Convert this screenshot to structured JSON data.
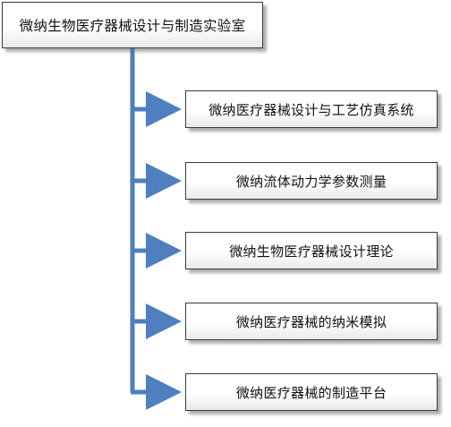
{
  "diagram": {
    "root": {
      "label": "微纳生物医疗器械设计与制造实验室"
    },
    "children": [
      {
        "label": "微纳医疗器械设计与工艺仿真系统"
      },
      {
        "label": "微纳流体动力学参数测量"
      },
      {
        "label": "微纳生物医疗器械设计理论"
      },
      {
        "label": "微纳医疗器械的纳米模拟"
      },
      {
        "label": "微纳医疗器械的制造平台"
      }
    ],
    "connector_color": "#4f7fbe"
  }
}
